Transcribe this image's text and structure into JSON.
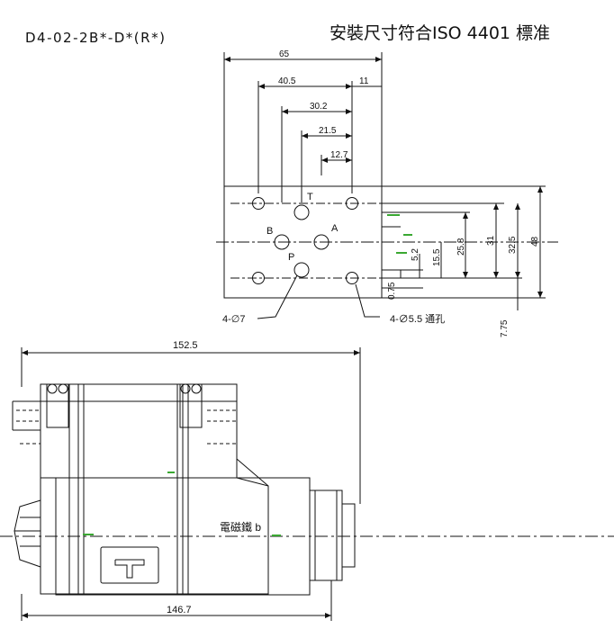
{
  "header": {
    "model_code": "D4-02-2B*-D*(R*)",
    "standard_note": "安裝尺寸符合ISO 4401 標准"
  },
  "top_view": {
    "horizontal_dims": [
      "65",
      "40.5",
      "11",
      "30.2",
      "21.5",
      "12.7"
    ],
    "vertical_dims": [
      "5.2",
      "15.5",
      "25.8",
      "31",
      "32.5",
      "48",
      "0.75",
      "7.75"
    ],
    "port_labels": {
      "T": "T",
      "B": "B",
      "A": "A",
      "P": "P"
    },
    "port_hole_note": "4-∅7",
    "mount_hole_note": "4-∅5.5 通孔"
  },
  "side_view": {
    "overall_length": "152.5",
    "body_length": "146.7",
    "coil_label": "電磁鐵 b"
  },
  "colors": {
    "line": "#111111",
    "accent": "#3aa832",
    "paper": "#ffffff"
  }
}
